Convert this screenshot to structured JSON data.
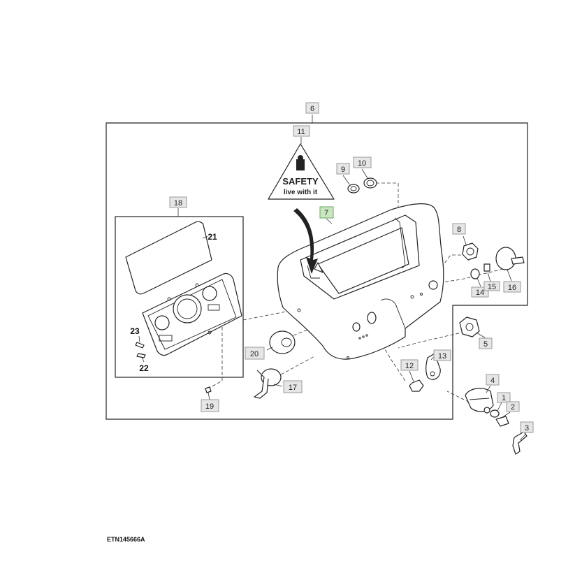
{
  "figure_code": "ETN145666A",
  "safety_decal": {
    "line1": "SAFETY",
    "line2": "live with it"
  },
  "callouts": [
    "1",
    "2",
    "3",
    "4",
    "5",
    "6",
    "7",
    "8",
    "9",
    "10",
    "11",
    "12",
    "13",
    "14",
    "15",
    "16",
    "17",
    "18",
    "19",
    "20",
    "21",
    "22",
    "23"
  ],
  "highlighted_callout": "7",
  "colors": {
    "highlight_fill": "#c9e7c0",
    "callout_fill": "#e6e6e6",
    "line": "#222222"
  }
}
